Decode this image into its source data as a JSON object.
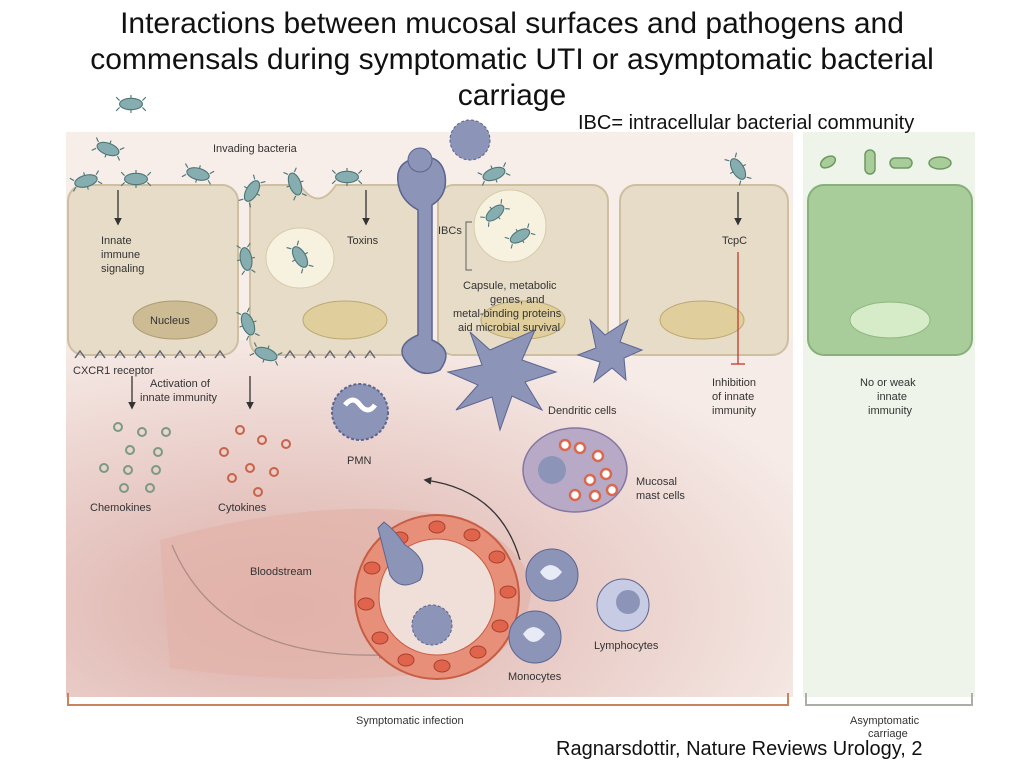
{
  "slide": {
    "title_line1": "Interactions between mucosal surfaces and pathogens and",
    "title_line2": "commensals during symptomatic UTI or asymptomatic bacterial",
    "title_line3": "carriage",
    "ibc_note": "IBC= intracellular bacterial community",
    "citation": "Ragnarsdottir, Nature Reviews Urology, 2"
  },
  "diagram": {
    "invading_bacteria": "Invading bacteria",
    "innate_l1": "Innate",
    "innate_l2": "immune",
    "innate_l3": "signaling",
    "nucleus": "Nucleus",
    "toxins": "Toxins",
    "ibcs": "IBCs",
    "capsule_l1": "Capsule, metabolic",
    "capsule_l2": "genes, and",
    "capsule_l3": "metal-binding proteins",
    "capsule_l4": "aid microbial survival",
    "tcpc": "TcpC",
    "cxcr1": "CXCR1 receptor",
    "activation_l1": "Activation of",
    "activation_l2": "innate immunity",
    "chemokines": "Chemokines",
    "cytokines": "Cytokines",
    "pmn": "PMN",
    "dendritic": "Dendritic cells",
    "inhibition_l1": "Inhibition",
    "inhibition_l2": "of innate",
    "inhibition_l3": "immunity",
    "noweak_l1": "No or weak",
    "noweak_l2": "innate",
    "noweak_l3": "immunity",
    "mast_l1": "Mucosal",
    "mast_l2": "mast cells",
    "bloodstream": "Bloodstream",
    "lymphocytes": "Lymphocytes",
    "monocytes": "Monocytes",
    "symptomatic": "Symptomatic infection",
    "asymptomatic_l1": "Asymptomatic",
    "asymptomatic_l2": "carriage"
  },
  "colors": {
    "symptomatic_bg": "#f3e4e0",
    "epithelial_cell": "#e7dcc8",
    "asymptomatic_bg": "#e6efe1",
    "asymptomatic_cell": "#a8cc9a",
    "bacteria": "#86aeb0",
    "immune_cell": "#8c94b8",
    "blood_cell": "#d9694f",
    "bracket": "#c9845f"
  }
}
